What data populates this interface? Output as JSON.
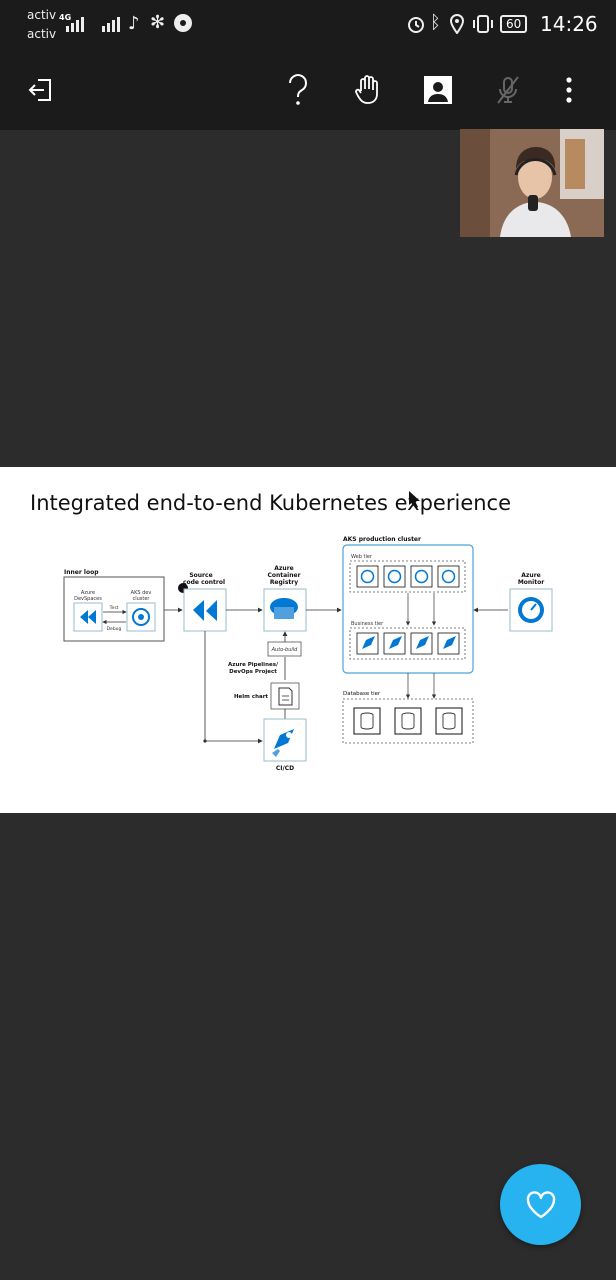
{
  "status_bar": {
    "carrier_1": "activ",
    "carrier_2": "activ",
    "network_type": "4G",
    "battery": "60",
    "time": "14:26",
    "icons": [
      "signal-icon",
      "signal-icon",
      "tiktok-icon",
      "snowflake-icon",
      "location-icon",
      "alarm-icon",
      "bluetooth-icon",
      "location-icon",
      "vibrate-icon",
      "battery-icon"
    ]
  },
  "toolbar": {
    "icons": [
      "leave-icon",
      "help-icon",
      "raise-hand-icon",
      "profile-icon",
      "mic-muted-icon",
      "more-icon"
    ]
  },
  "slide": {
    "title": "Integrated end-to-end Kubernetes experience",
    "diagram": {
      "inner_loop": "Inner loop",
      "azure_devspaces_1": "Azure",
      "azure_devspaces_2": "DevSpaces",
      "aks_dev_1": "AKS dev",
      "aks_dev_2": "cluster",
      "test": "Test",
      "debug": "Debug",
      "source_1": "Source",
      "source_2": "code control",
      "acr_1": "Azure",
      "acr_2": "Container",
      "acr_3": "Registry",
      "auto_build": "Auto-build",
      "pipelines_1": "Azure Pipelines/",
      "pipelines_2": "DevOps Project",
      "helm_chart": "Helm chart",
      "cicd": "CI/CD",
      "aks_prod": "AKS production cluster",
      "web_tier": "Web tier",
      "business_tier": "Business tier",
      "database_tier": "Database tier",
      "monitor_1": "Azure",
      "monitor_2": "Monitor"
    }
  },
  "colors": {
    "accent": "#27b3ef",
    "azure_blue": "#0078d4",
    "background": "#2c2c2c",
    "bar": "#1b1b1b"
  }
}
